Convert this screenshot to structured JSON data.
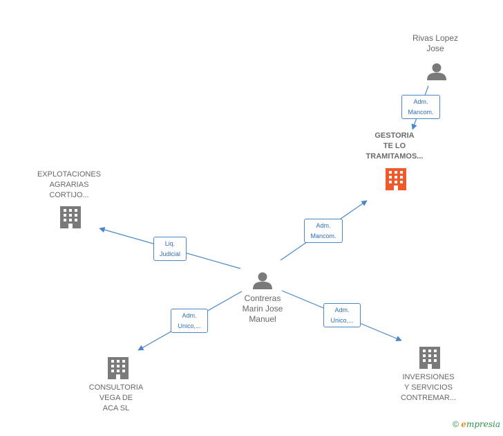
{
  "colors": {
    "edge": "#4a86c8",
    "building": "#7a7a7a",
    "building_focus": "#f05a2a",
    "person": "#7a7a7a"
  },
  "nodes": {
    "rivas": {
      "label": "Rivas Lopez\nJose",
      "icon": "person-icon"
    },
    "gestoria": {
      "label": "GESTORIA\nTE LO\nTRAMITAMOS...",
      "icon": "building-icon"
    },
    "explotaciones": {
      "label": "EXPLOTACIONES\nAGRARIAS\nCORTIJO...",
      "icon": "building-icon"
    },
    "contreras": {
      "label": "Contreras\nMarin Jose\nManuel",
      "icon": "person-icon"
    },
    "consultoria": {
      "label": "CONSULTORIA\nVEGA DE\nACA  SL",
      "icon": "building-icon"
    },
    "inversiones": {
      "label": "INVERSIONES\nY SERVICIOS\nCONTREMAR...",
      "icon": "building-icon"
    }
  },
  "edges": {
    "rivas_gestoria": "Adm.\nMancom.",
    "contreras_gestoria": "Adm.\nMancom.",
    "contreras_explotaciones": "Liq.\nJudicial",
    "contreras_consultoria": "Adm.\nUnico,...",
    "contreras_inversiones": "Adm.\nUnico,..."
  },
  "footer": {
    "copyright": "©",
    "brand_initial": "e",
    "brand_rest": "mpresia"
  }
}
